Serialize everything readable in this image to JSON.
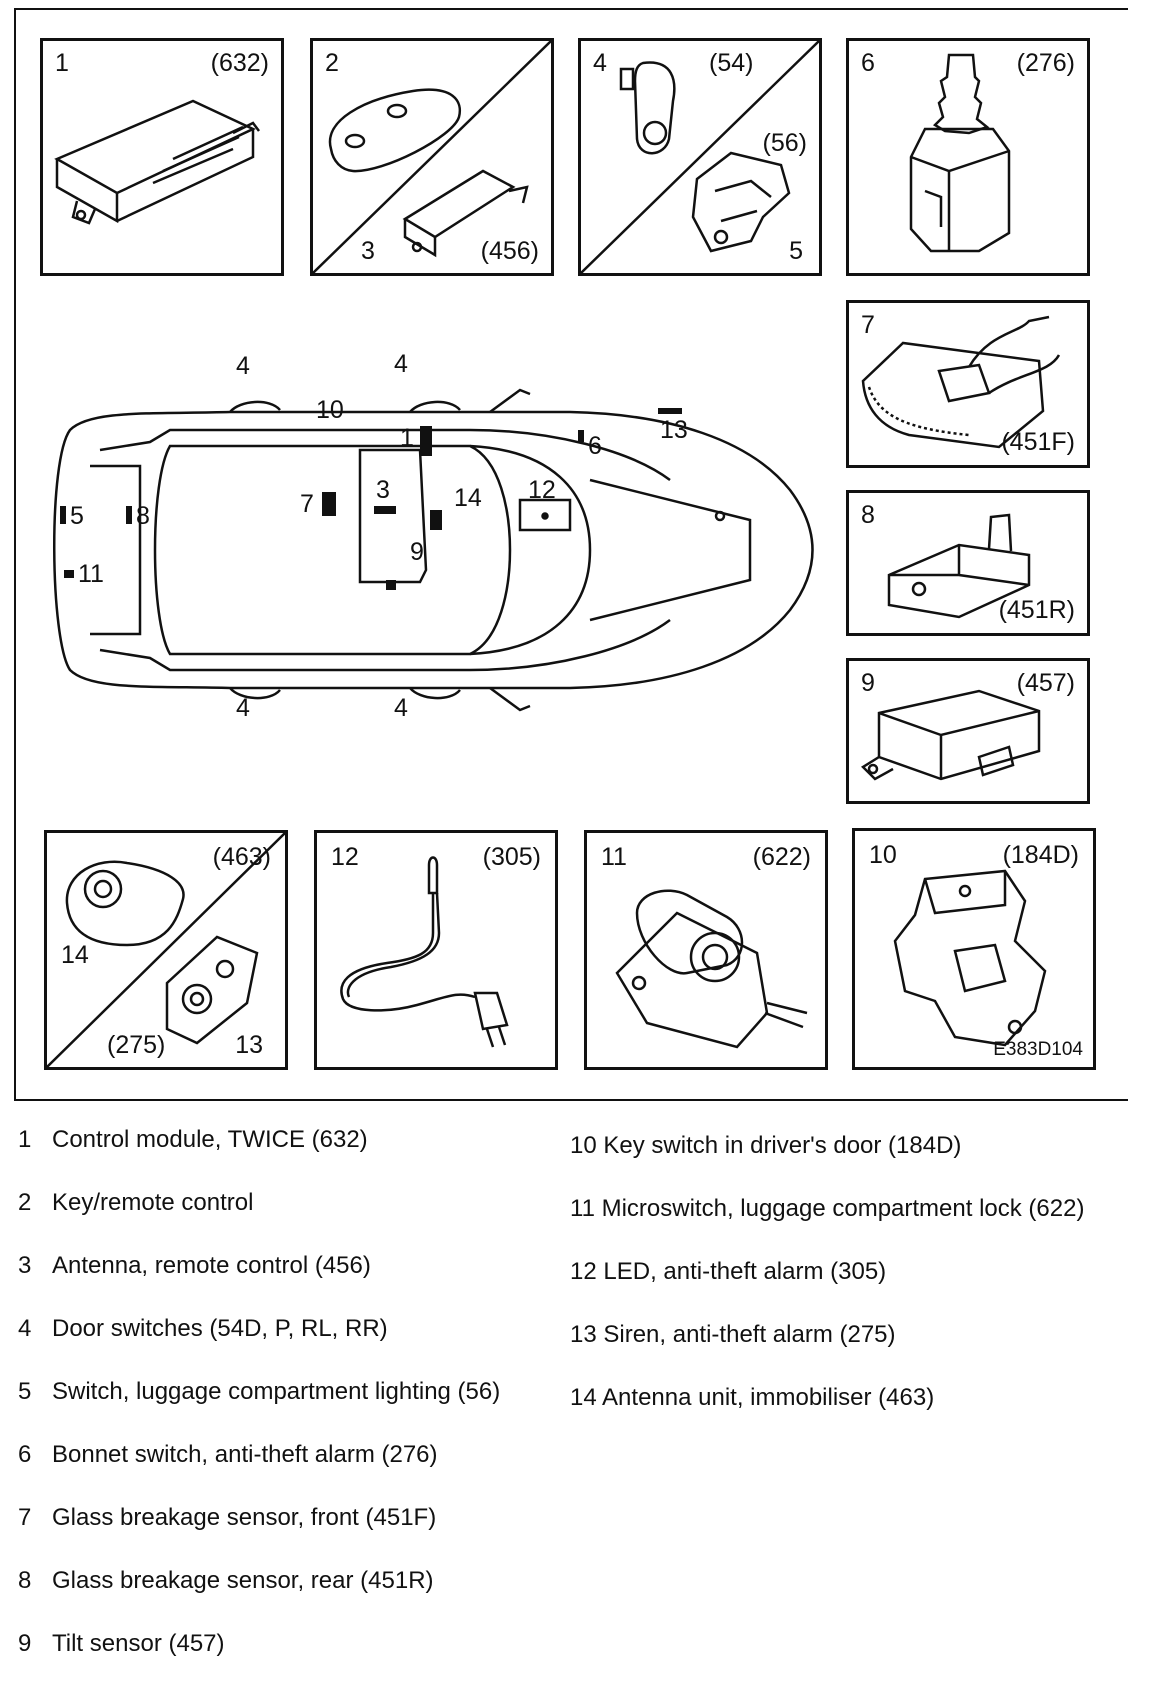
{
  "diagram_code": "E383D104",
  "panels": [
    {
      "id": "p1",
      "numbers": [
        "1"
      ],
      "refs": [
        "(632)"
      ]
    },
    {
      "id": "p2",
      "numbers": [
        "2",
        "3"
      ],
      "refs": [
        "(456)"
      ]
    },
    {
      "id": "p3",
      "numbers": [
        "4",
        "5"
      ],
      "refs": [
        "(54)",
        "(56)"
      ]
    },
    {
      "id": "p4",
      "numbers": [
        "6"
      ],
      "refs": [
        "(276)"
      ]
    },
    {
      "id": "p5",
      "numbers": [
        "7"
      ],
      "refs": [
        "(451F)"
      ]
    },
    {
      "id": "p6",
      "numbers": [
        "8"
      ],
      "refs": [
        "(451R)"
      ]
    },
    {
      "id": "p7",
      "numbers": [
        "9"
      ],
      "refs": [
        "(457)"
      ]
    },
    {
      "id": "p8",
      "numbers": [
        "14",
        "13"
      ],
      "refs": [
        "(463)",
        "(275)"
      ]
    },
    {
      "id": "p9",
      "numbers": [
        "12"
      ],
      "refs": [
        "(305)"
      ]
    },
    {
      "id": "p10",
      "numbers": [
        "11"
      ],
      "refs": [
        "(622)"
      ]
    },
    {
      "id": "p11",
      "numbers": [
        "10"
      ],
      "refs": [
        "(184D)"
      ]
    }
  ],
  "car_callouts": [
    "4",
    "4",
    "4",
    "4",
    "10",
    "1",
    "13",
    "6",
    "7",
    "3",
    "14",
    "12",
    "5",
    "8",
    "9",
    "11"
  ],
  "legend_left": [
    {
      "num": "1",
      "text": "Control module, TWICE (632)"
    },
    {
      "num": "2",
      "text": "Key/remote control"
    },
    {
      "num": "3",
      "text": "Antenna, remote control (456)"
    },
    {
      "num": "4",
      "text": "Door switches (54D, P, RL, RR)"
    },
    {
      "num": "5",
      "text": "Switch, luggage compartment lighting (56)"
    },
    {
      "num": "6",
      "text": "Bonnet switch, anti-theft alarm (276)"
    },
    {
      "num": "7",
      "text": "Glass breakage sensor, front (451F)"
    },
    {
      "num": "8",
      "text": "Glass breakage sensor, rear (451R)"
    },
    {
      "num": "9",
      "text": "Tilt sensor (457)"
    }
  ],
  "legend_right": [
    {
      "num": "10",
      "text": "Key switch in driver's door (184D)"
    },
    {
      "num": "11",
      "text": "Microswitch, luggage compartment lock (622)"
    },
    {
      "num": "12",
      "text": "LED, anti-theft alarm (305)"
    },
    {
      "num": "13",
      "text": "Siren, anti-theft alarm (275)"
    },
    {
      "num": "14",
      "text": "Antenna unit, immobiliser (463)"
    }
  ]
}
